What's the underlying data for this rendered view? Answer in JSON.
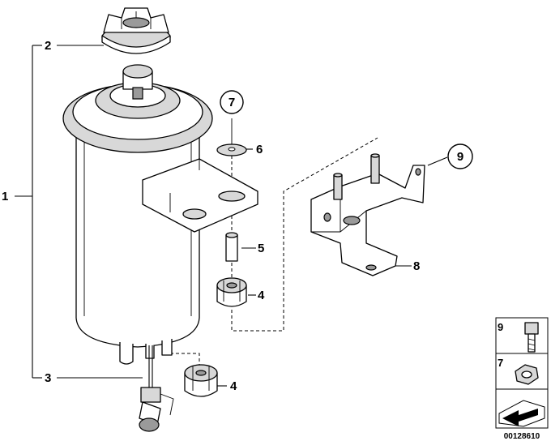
{
  "callouts": {
    "c1": "1",
    "c2": "2",
    "c3": "3",
    "c4a": "4",
    "c4b": "4",
    "c5": "5",
    "c6": "6",
    "c7": "7",
    "c8": "8",
    "c9": "9"
  },
  "legend": {
    "item_9": "9",
    "item_7": "7"
  },
  "diagram_code": "00128610"
}
